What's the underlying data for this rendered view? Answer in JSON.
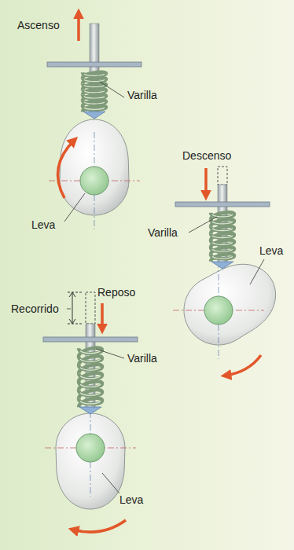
{
  "diagram": {
    "labels": [
      "Ascenso",
      "Varilla",
      "Leva",
      "Descenso",
      "Varilla",
      "Leva",
      "Reposo",
      "Recorrido",
      "Varilla",
      "Leva"
    ]
  }
}
